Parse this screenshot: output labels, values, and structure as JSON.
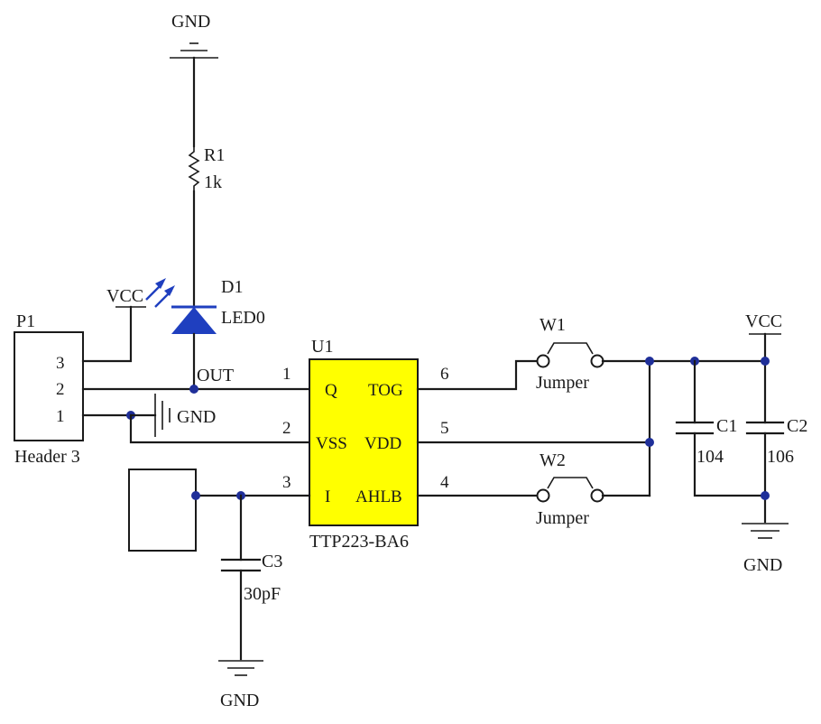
{
  "labels": {
    "gnd": "GND",
    "vcc": "VCC",
    "p1": "P1",
    "p1_desc": "Header 3",
    "p1_pin3": "3",
    "p1_pin2": "2",
    "p1_pin1": "1",
    "r1": "R1",
    "r1_value": "1k",
    "d1": "D1",
    "d1_value": "LED0",
    "u1": "U1",
    "u1_part": "TTP223-BA6",
    "out": "OUT",
    "pin_q": "Q",
    "pin_tog": "TOG",
    "pin_vss": "VSS",
    "pin_vdd": "VDD",
    "pin_i": "I",
    "pin_ahlb": "AHLB",
    "pin1": "1",
    "pin2": "2",
    "pin3": "3",
    "pin4": "4",
    "pin5": "5",
    "pin6": "6",
    "w1": "W1",
    "w2": "W2",
    "jumper": "Jumper",
    "c1": "C1",
    "c1_value": "104",
    "c2": "C2",
    "c2_value": "106",
    "c3": "C3",
    "c3_value": "30pF"
  },
  "colors": {
    "ic_fill": "#ffff00",
    "led": "#1f3fbf",
    "junction": "#1f2f99"
  }
}
